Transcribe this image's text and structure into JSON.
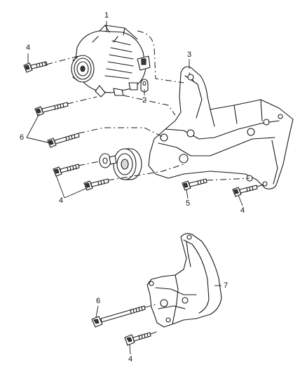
{
  "callouts": {
    "c1": "1",
    "c2": "2",
    "c3": "3",
    "c4_top": "4",
    "c4_mid": "4",
    "c4_right": "4",
    "c4_bottom": "4",
    "c5": "5",
    "c6_top": "6",
    "c6_bottom": "6",
    "c7": "7"
  },
  "colors": {
    "line": "#1a1a1a",
    "background": "#ffffff",
    "shade": "#d9d9d9"
  }
}
